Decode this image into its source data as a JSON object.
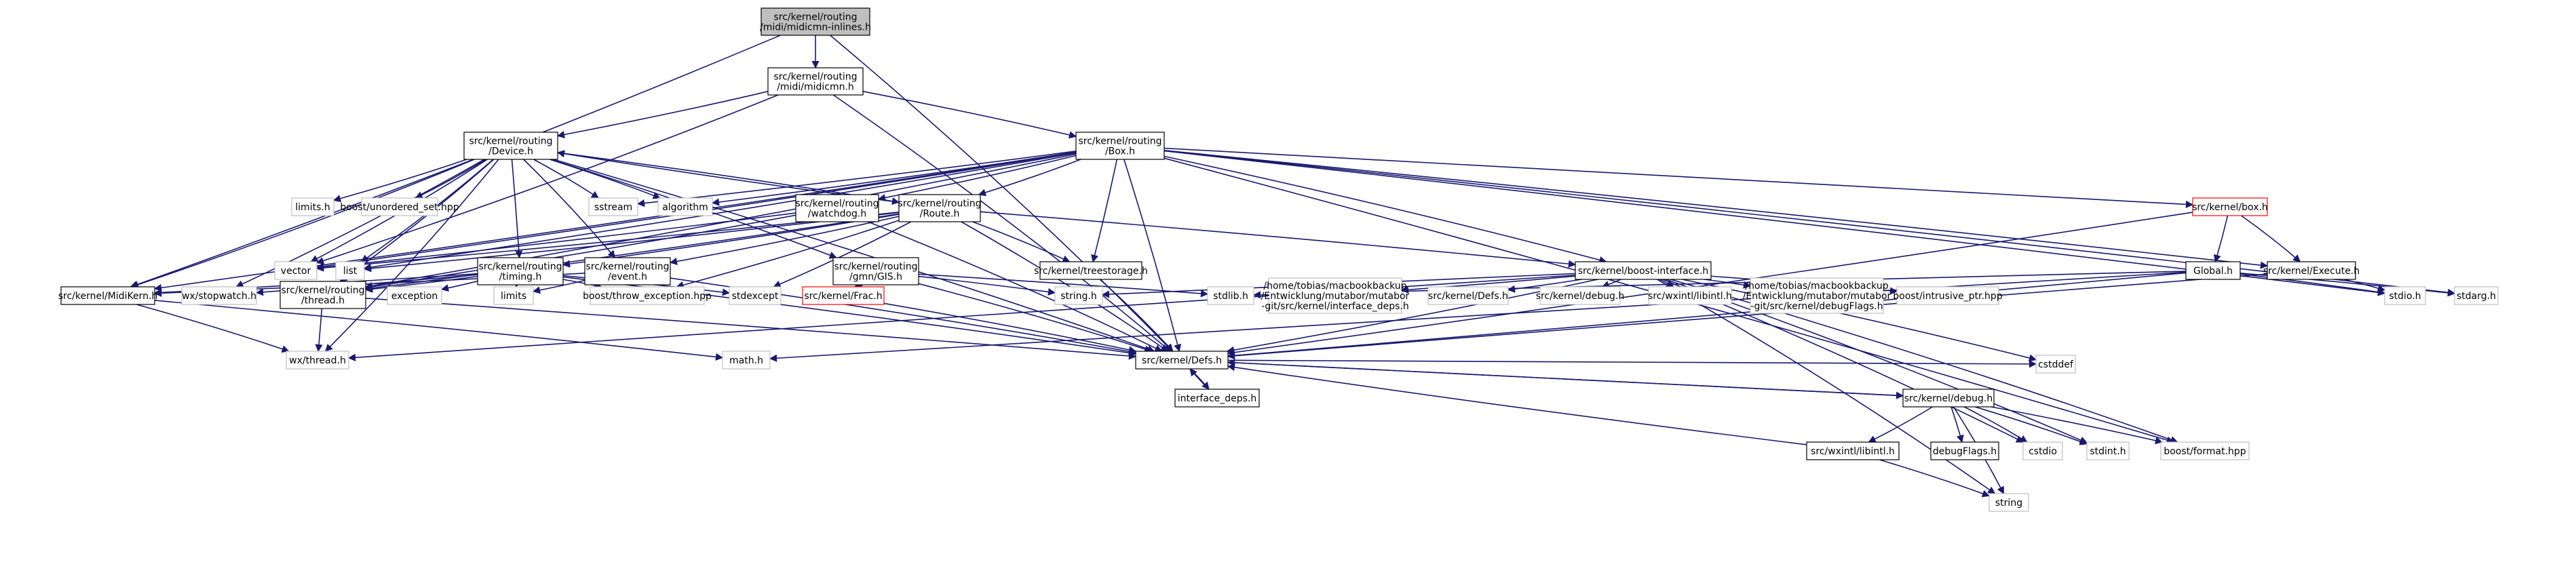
{
  "graph": {
    "nodes": {
      "midicmn_inlines": {
        "lines": [
          "src/kernel/routing",
          "/midi/midicmn-inlines.h"
        ],
        "style": "root"
      },
      "midicmn": {
        "lines": [
          "src/kernel/routing",
          "/midi/midicmn.h"
        ],
        "style": "normal"
      },
      "device": {
        "lines": [
          "src/kernel/routing",
          "/Device.h"
        ],
        "style": "normal"
      },
      "box": {
        "lines": [
          "src/kernel/routing",
          "/Box.h"
        ],
        "style": "normal"
      },
      "limits_h": {
        "lines": [
          "limits.h"
        ],
        "style": "ext"
      },
      "unordered_set": {
        "lines": [
          "boost/unordered_set.hpp"
        ],
        "style": "ext"
      },
      "sstream": {
        "lines": [
          "sstream"
        ],
        "style": "ext"
      },
      "algorithm": {
        "lines": [
          "algorithm"
        ],
        "style": "ext"
      },
      "watchdog": {
        "lines": [
          "src/kernel/routing",
          "/watchdog.h"
        ],
        "style": "normal"
      },
      "route": {
        "lines": [
          "src/kernel/routing",
          "/Route.h"
        ],
        "style": "normal"
      },
      "kernel_box": {
        "lines": [
          "src/kernel/box.h"
        ],
        "style": "red"
      },
      "vector": {
        "lines": [
          "vector"
        ],
        "style": "ext"
      },
      "list": {
        "lines": [
          "list"
        ],
        "style": "ext"
      },
      "timing": {
        "lines": [
          "src/kernel/routing",
          "/timing.h"
        ],
        "style": "normal"
      },
      "event": {
        "lines": [
          "src/kernel/routing",
          "/event.h"
        ],
        "style": "normal"
      },
      "gmngis": {
        "lines": [
          "src/kernel/routing",
          "/gmn/GIS.h"
        ],
        "style": "normal"
      },
      "treestorage": {
        "lines": [
          "src/kernel/treestorage.h"
        ],
        "style": "normal"
      },
      "boost_interface": {
        "lines": [
          "src/kernel/boost-interface.h"
        ],
        "style": "normal"
      },
      "global": {
        "lines": [
          "Global.h"
        ],
        "style": "normal"
      },
      "execute": {
        "lines": [
          "src/kernel/Execute.h"
        ],
        "style": "normal"
      },
      "midikern": {
        "lines": [
          "src/kernel/MidiKern.h"
        ],
        "style": "normal"
      },
      "wxstopwatch": {
        "lines": [
          "wx/stopwatch.h"
        ],
        "style": "ext"
      },
      "thread": {
        "lines": [
          "src/kernel/routing",
          "/thread.h"
        ],
        "style": "normal"
      },
      "exception": {
        "lines": [
          "exception"
        ],
        "style": "ext"
      },
      "limits": {
        "lines": [
          "limits"
        ],
        "style": "ext"
      },
      "throw_exception": {
        "lines": [
          "boost/throw_exception.hpp"
        ],
        "style": "ext"
      },
      "stdexcept": {
        "lines": [
          "stdexcept"
        ],
        "style": "ext"
      },
      "frac": {
        "lines": [
          "src/kernel/Frac.h"
        ],
        "style": "red"
      },
      "string_h": {
        "lines": [
          "string.h"
        ],
        "style": "ext"
      },
      "stdlib_h": {
        "lines": [
          "stdlib.h"
        ],
        "style": "ext"
      },
      "interface_deps_path": {
        "lines": [
          "/home/tobias/macbookbackup",
          "/Entwicklung/mutabor/mutabor",
          "-git/src/kernel/interface_deps.h"
        ],
        "style": "ext"
      },
      "kernel_defs_ext": {
        "lines": [
          "src/kernel/Defs.h"
        ],
        "style": "ext"
      },
      "kernel_debug_ext": {
        "lines": [
          "src/kernel/debug.h"
        ],
        "style": "ext"
      },
      "wxintl_ext": {
        "lines": [
          "src/wxintl/libintl.h"
        ],
        "style": "ext"
      },
      "debugflags_path": {
        "lines": [
          "/home/tobias/macbookbackup",
          "/Entwicklung/mutabor/mutabor",
          "-git/src/kernel/debugFlags.h"
        ],
        "style": "ext"
      },
      "intrusive_ptr": {
        "lines": [
          "boost/intrusive_ptr.hpp"
        ],
        "style": "ext"
      },
      "stdio_h": {
        "lines": [
          "stdio.h"
        ],
        "style": "ext"
      },
      "stdarg_h": {
        "lines": [
          "stdarg.h"
        ],
        "style": "ext"
      },
      "wxthread": {
        "lines": [
          "wx/thread.h"
        ],
        "style": "ext"
      },
      "math_h": {
        "lines": [
          "math.h"
        ],
        "style": "ext"
      },
      "defs": {
        "lines": [
          "src/kernel/Defs.h"
        ],
        "style": "normal"
      },
      "cstddef": {
        "lines": [
          "cstddef"
        ],
        "style": "ext"
      },
      "interface_deps": {
        "lines": [
          "interface_deps.h"
        ],
        "style": "normal"
      },
      "debug": {
        "lines": [
          "src/kernel/debug.h"
        ],
        "style": "normal"
      },
      "wxintl": {
        "lines": [
          "src/wxintl/libintl.h"
        ],
        "style": "normal"
      },
      "debugflags": {
        "lines": [
          "debugFlags.h"
        ],
        "style": "normal"
      },
      "cstdio": {
        "lines": [
          "cstdio"
        ],
        "style": "ext"
      },
      "stdint_h": {
        "lines": [
          "stdint.h"
        ],
        "style": "ext"
      },
      "boost_format": {
        "lines": [
          "boost/format.hpp"
        ],
        "style": "ext"
      },
      "string": {
        "lines": [
          "string"
        ],
        "style": "ext"
      }
    }
  }
}
